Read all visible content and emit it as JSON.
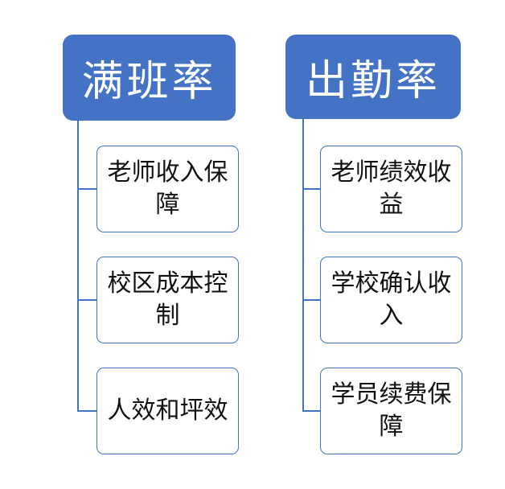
{
  "diagram": {
    "type": "hierarchy-list",
    "background_color": "#ffffff",
    "accent_color": "#4472C4",
    "header_text_color": "#ffffff",
    "child_text_color": "#111111",
    "columns": [
      {
        "id": "full-class-rate",
        "header": "满班率",
        "children": [
          "老师收入保障",
          "校区成本控制",
          "人效和坪效"
        ]
      },
      {
        "id": "attendance-rate",
        "header": "出勤率",
        "children": [
          "老师绩效收益",
          "学校确认收入",
          "学员续费保障"
        ]
      }
    ]
  }
}
